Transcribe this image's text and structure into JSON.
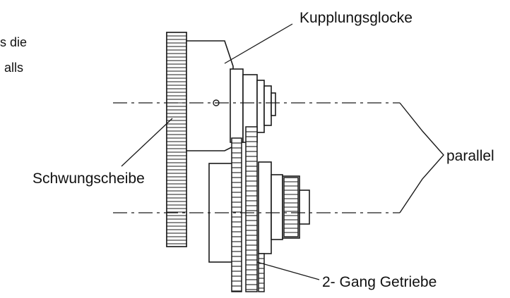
{
  "labels": {
    "clutch_bell": "Kupplungsglocke",
    "flywheel": "Schwungscheibe",
    "parallel": "parallel",
    "gearbox": "2- Gang Getriebe",
    "cut_text_line1": "s die",
    "cut_text_line2": "alls"
  }
}
